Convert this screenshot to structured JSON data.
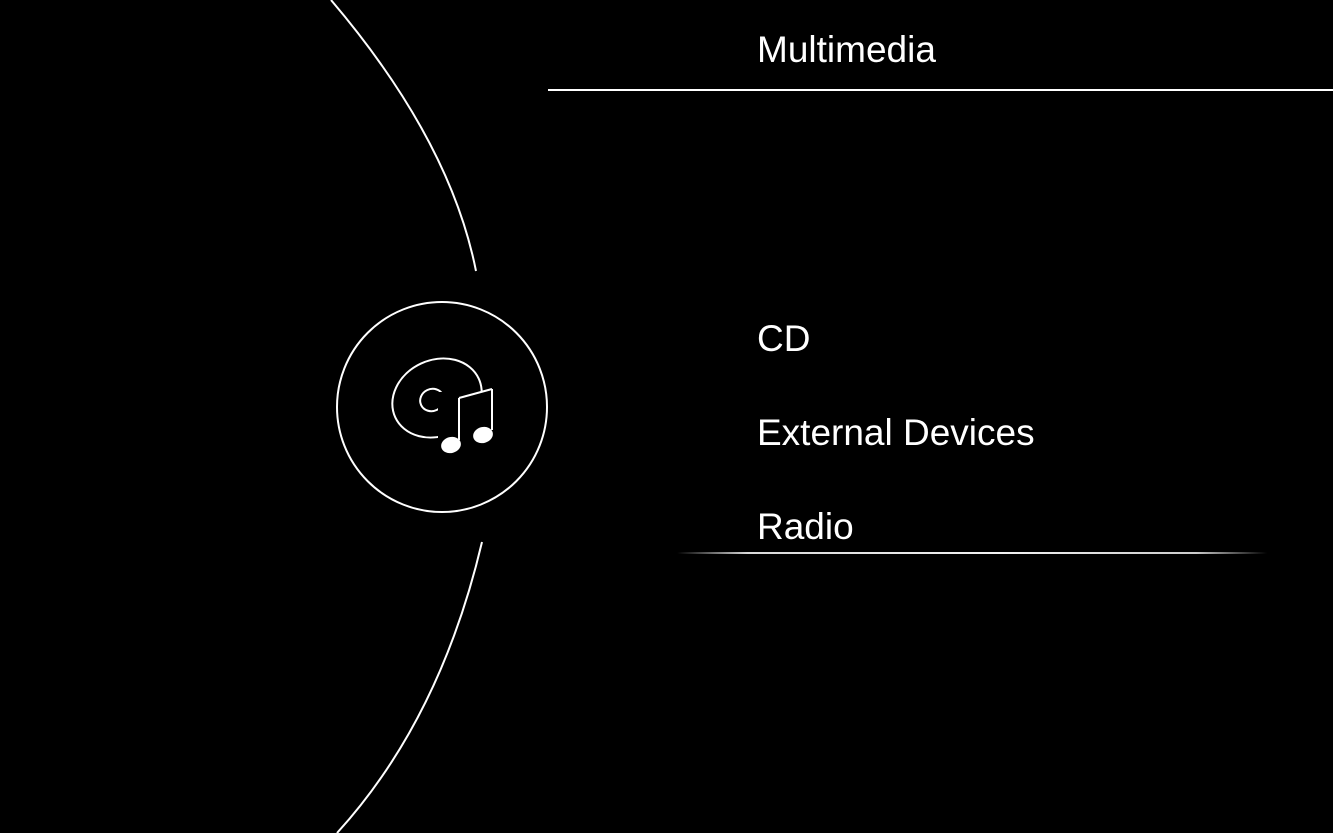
{
  "header": {
    "title": "Multimedia"
  },
  "menu": {
    "items": [
      {
        "label": "CD"
      },
      {
        "label": "External Devices"
      },
      {
        "label": "Radio",
        "focused": true
      }
    ]
  },
  "source_icon": {
    "icon": "disc-music-icon"
  },
  "colors": {
    "background": "#000000",
    "foreground": "#ffffff"
  }
}
